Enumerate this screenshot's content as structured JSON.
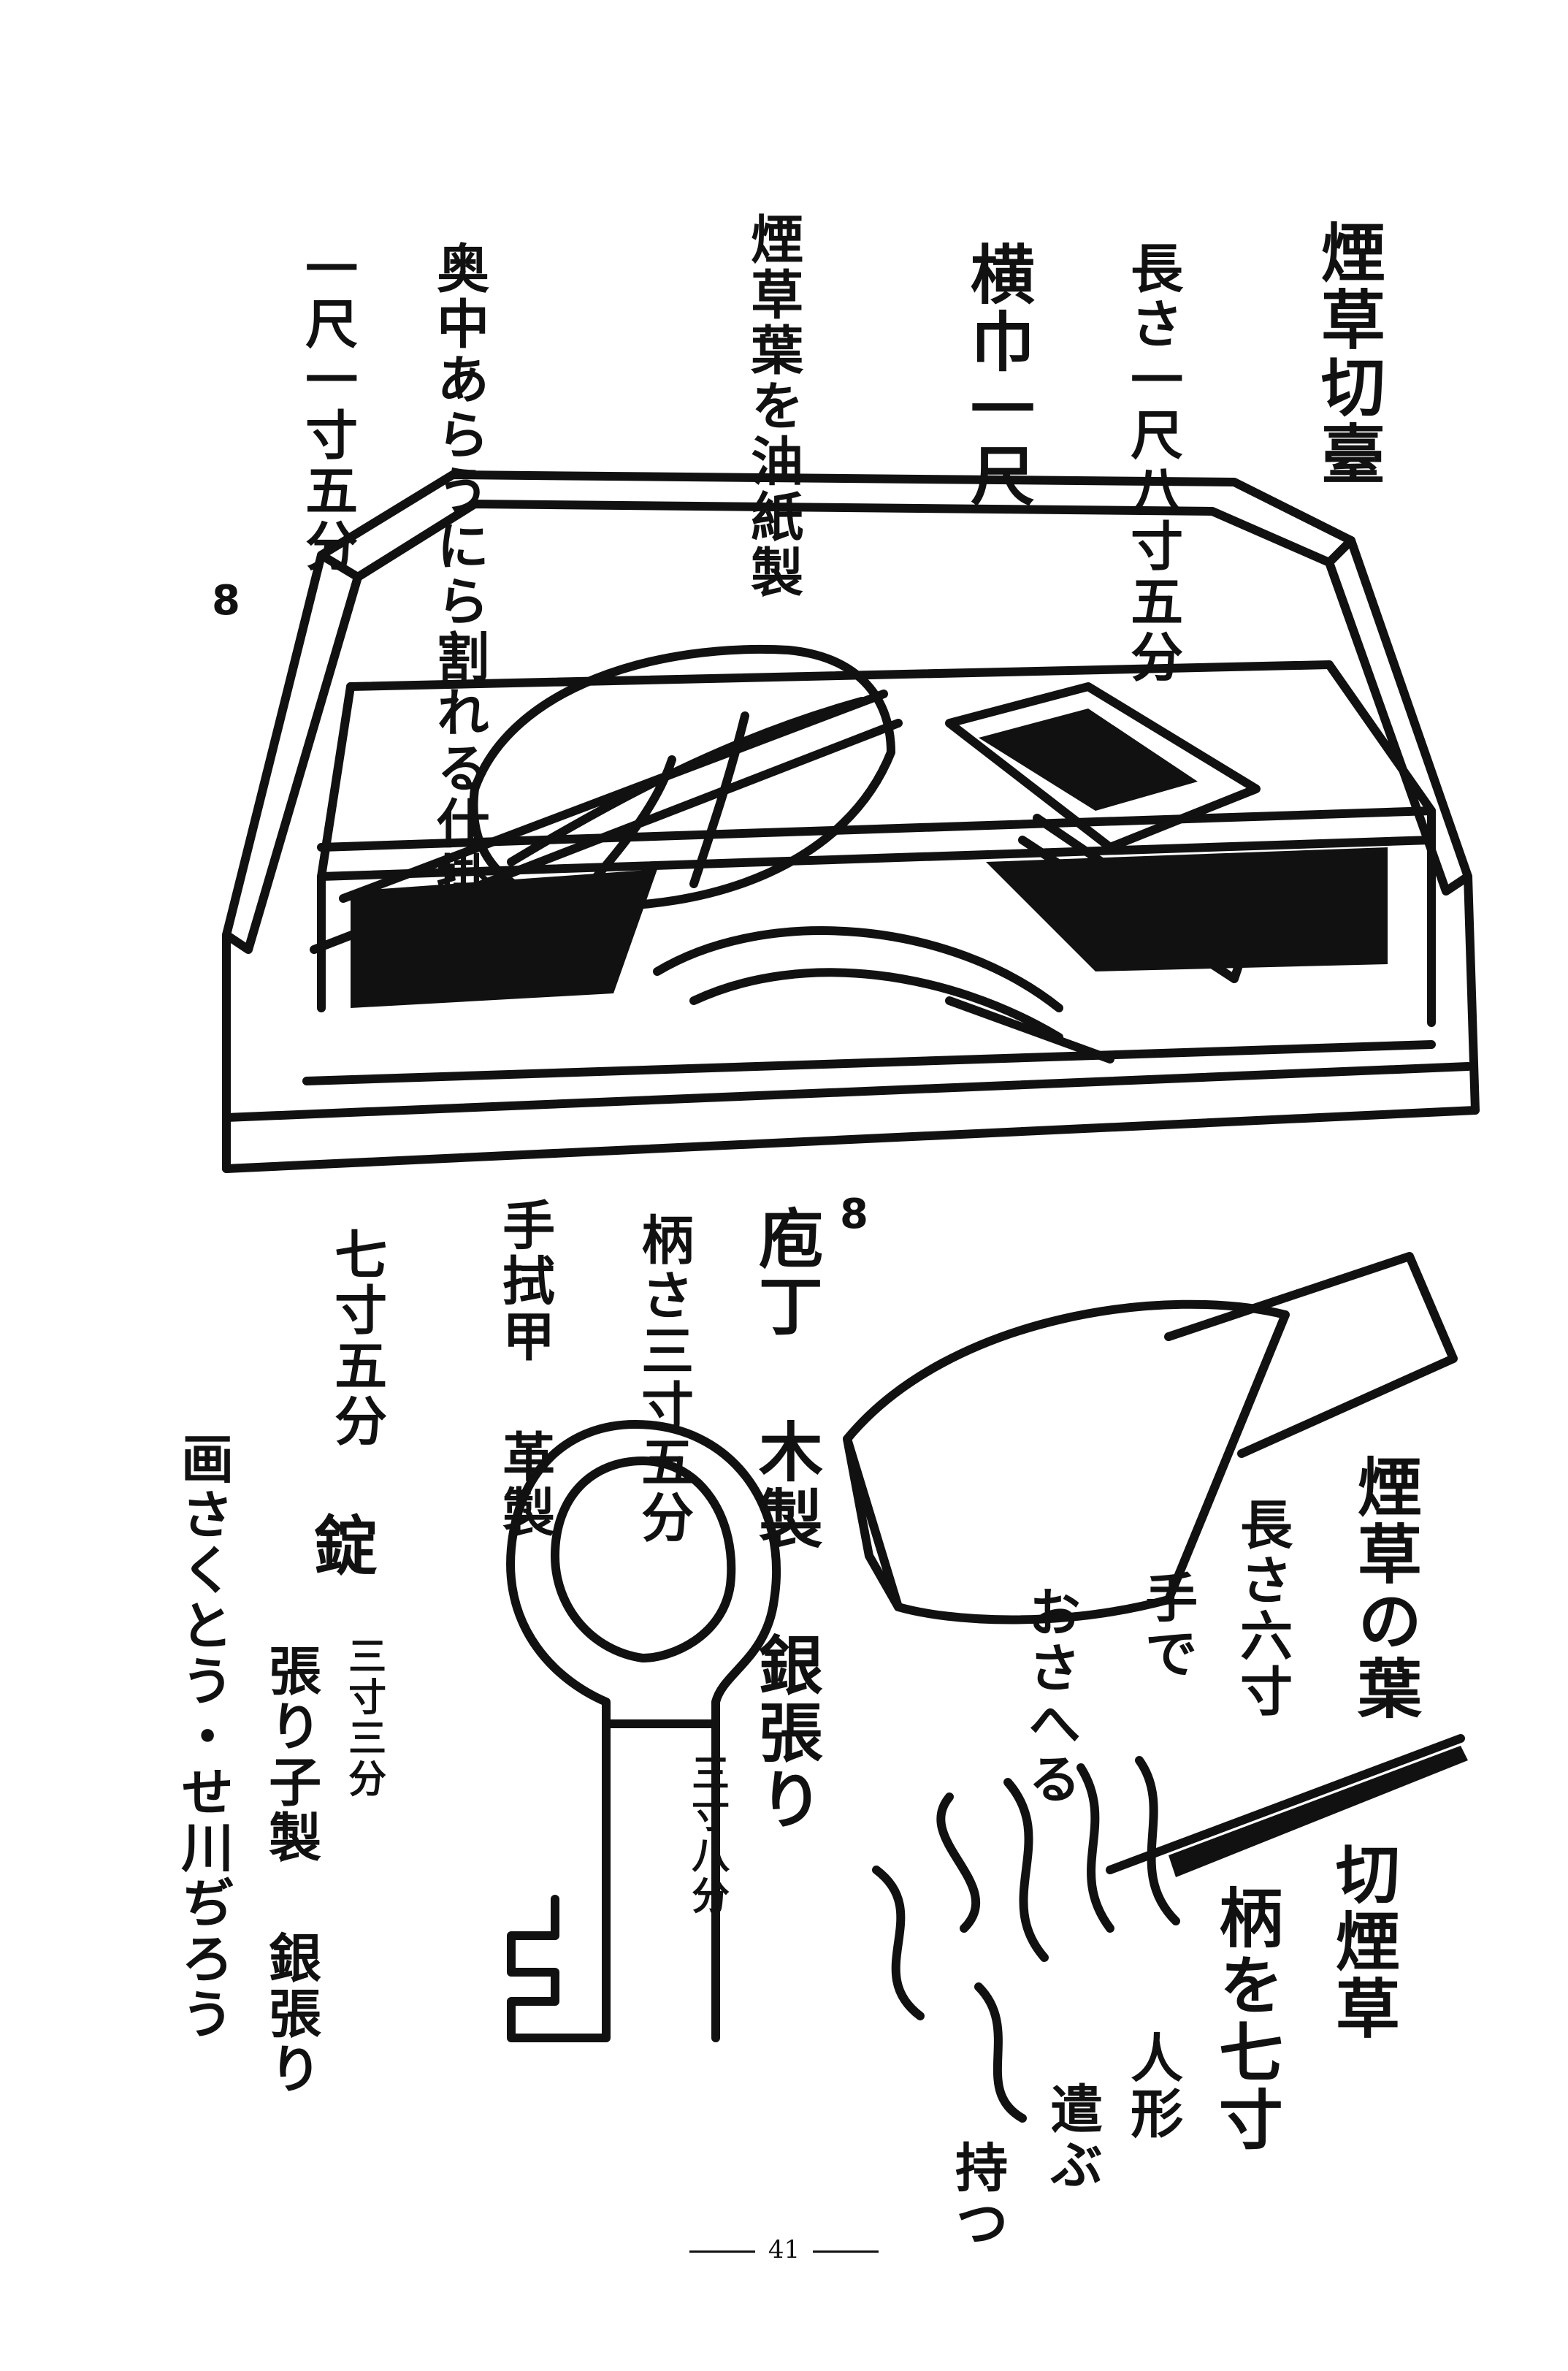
{
  "tray_caption": {
    "title": "煙草切臺",
    "length": "長さ一尺八寸五分",
    "width": "横巾一尺",
    "board": "煙草葉を油紙製",
    "inner": "奥中あらうにら割れる仕掛",
    "height": "一尺一寸五分",
    "mark": "8"
  },
  "knife_caption": {
    "name": "庖丁 木製 銀張り",
    "handle": "柄さ三寸五分",
    "blade_len": "三寸八分",
    "sheath": "手拭甲 革製",
    "sheath_len": "七寸五分",
    "mark": "8"
  },
  "key_caption": {
    "name": "錠",
    "size": "三寸三分",
    "material": "張り子製 銀張り"
  },
  "leaf_caption": {
    "title": "煙草の葉",
    "length": "長さ六寸",
    "note1": "手で",
    "note2": "おさへる"
  },
  "shredded_caption": {
    "title": "切煙草",
    "handle": "柄を七寸",
    "note1": "人形",
    "note2": "遣ぶ",
    "note3": "持つ"
  },
  "author": "画さくとう・せ川ぢろう",
  "page_number": "41"
}
